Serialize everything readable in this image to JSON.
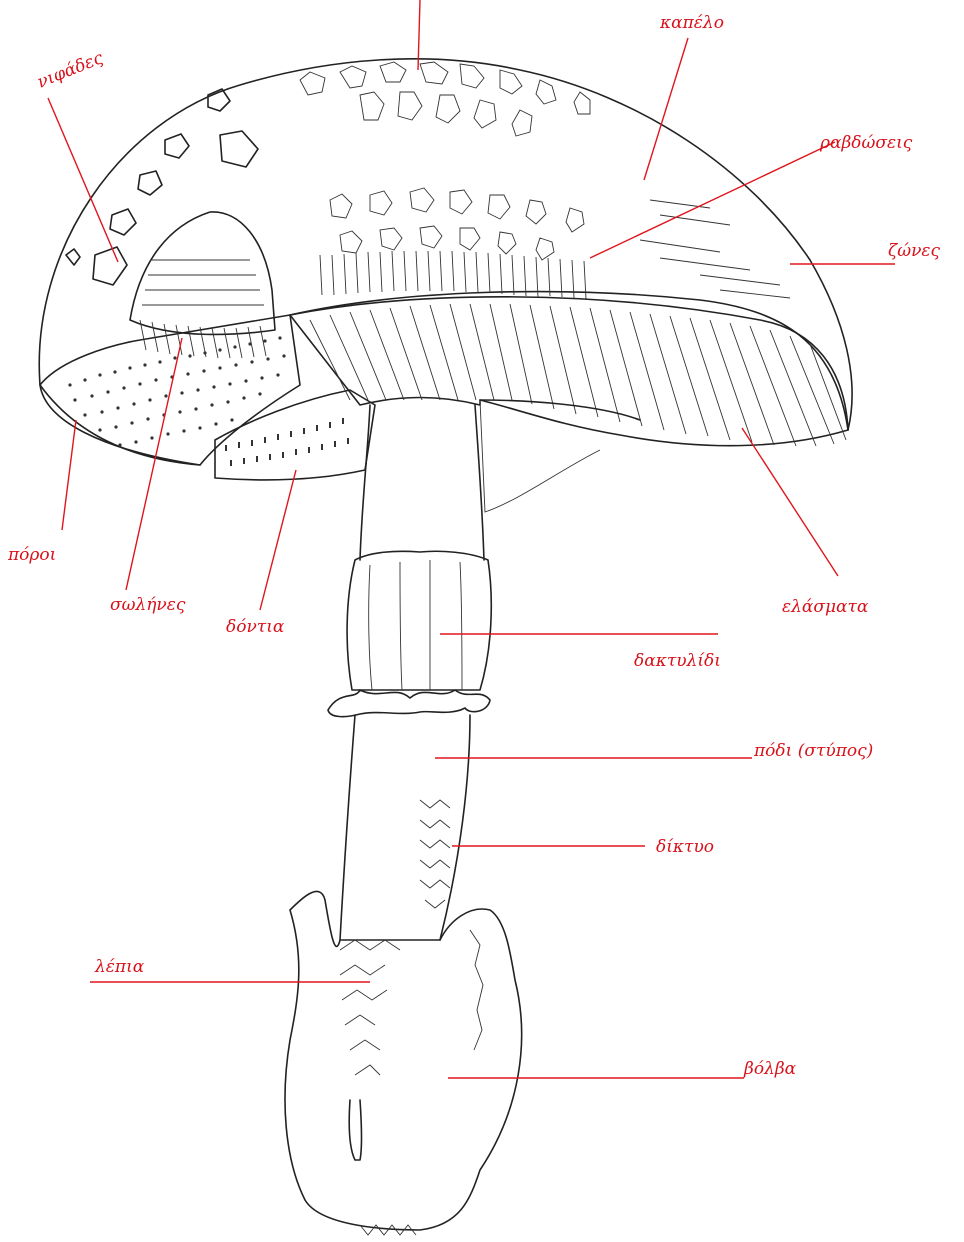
{
  "labels": {
    "nigades": "νιφάδες",
    "kapelo": "καπέλο",
    "ravdoseis": "ραβδώσεις",
    "zones": "ζώνες",
    "poroi": "πόροι",
    "solines": "σωλήνες",
    "dontia": "δόντια",
    "elasmata": "ελάσματα",
    "daktylidi": "δακτυλίδι",
    "podi": "πόδι (στύπος)",
    "diktyo": "δίκτυο",
    "lepia": "λέπια",
    "volva": "βόλβα"
  },
  "colors": {
    "label": "#d8111a",
    "ink": "#222222",
    "paper": "#ffffff"
  }
}
